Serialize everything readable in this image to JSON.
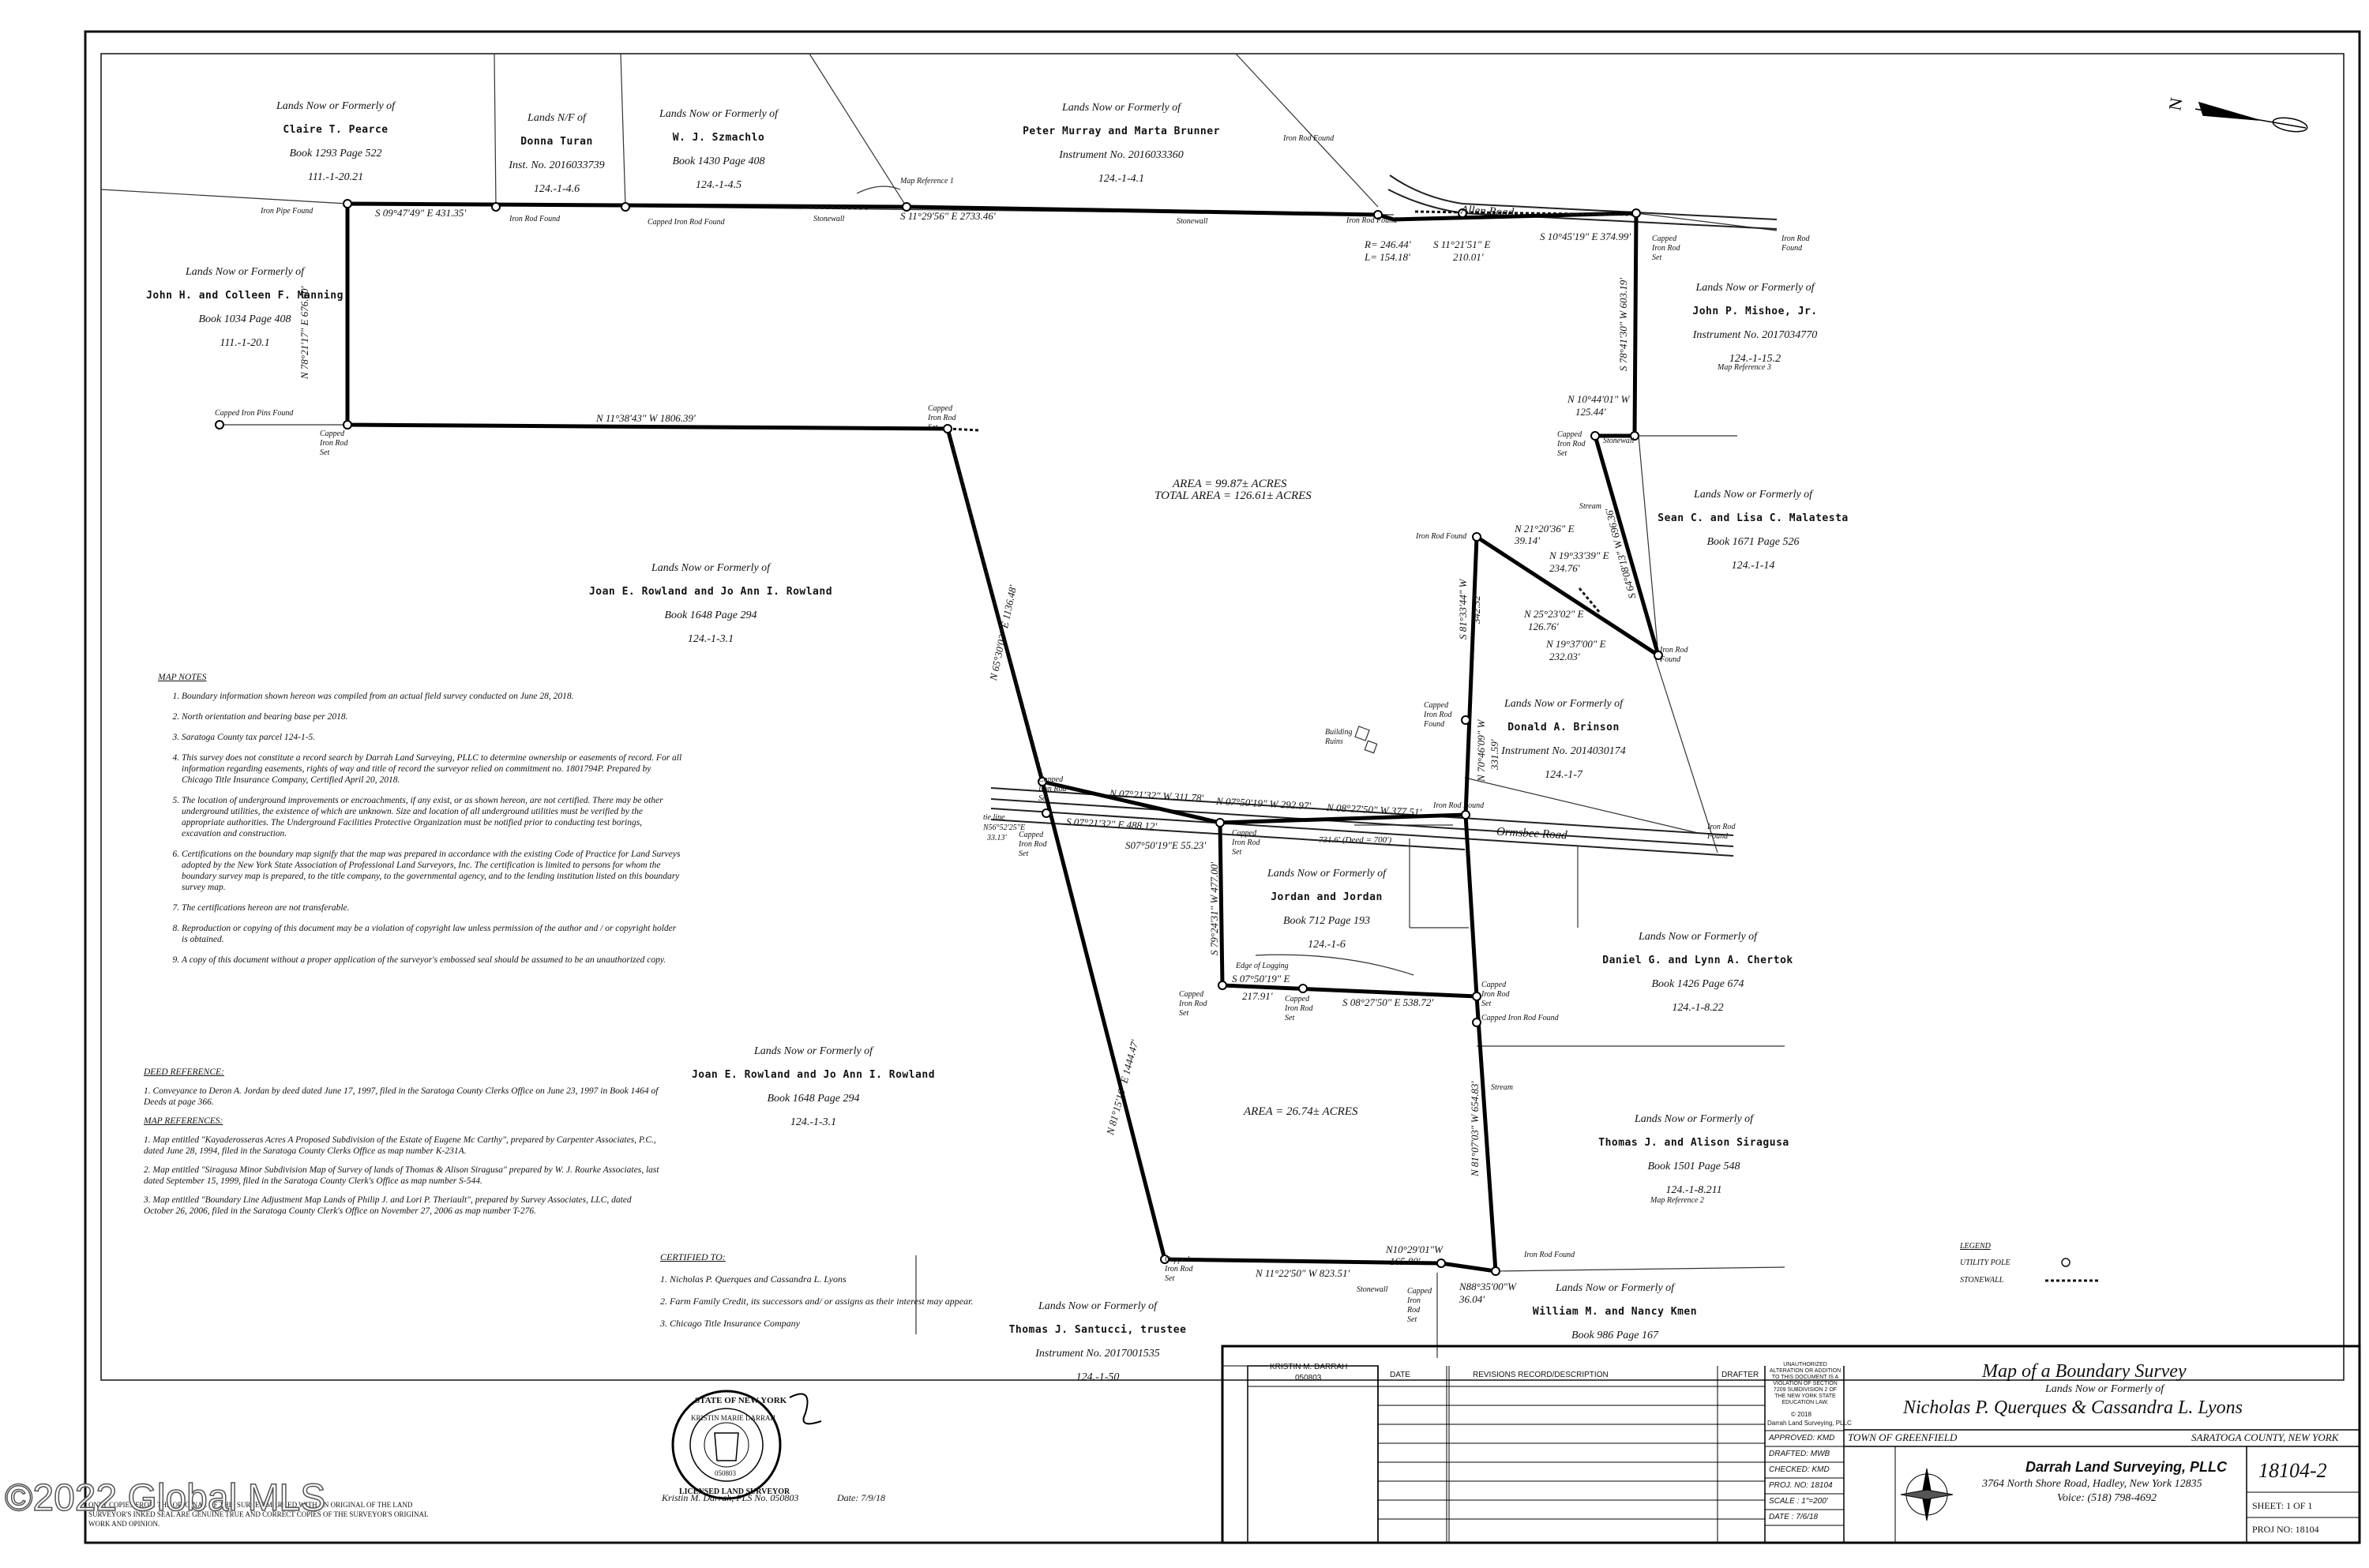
{
  "owners": [
    {
      "lines": [
        "Lands Now or Formerly of",
        "Claire T. Pearce",
        "Book 1293    Page 522",
        "111.-1-20.21"
      ]
    },
    {
      "lines": [
        "Lands N/F of",
        "Donna Turan",
        "Inst. No. 2016033739",
        "124.-1-4.6"
      ]
    },
    {
      "lines": [
        "Lands Now or Formerly of",
        "W. J. Szmachlo",
        "Book 1430    Page 408",
        "124.-1-4.5"
      ]
    },
    {
      "lines": [
        "Lands Now or Formerly of",
        "Peter Murray and Marta Brunner",
        "Instrument No. 2016033360",
        "124.-1-4.1"
      ]
    },
    {
      "lines": [
        "Lands Now or Formerly of",
        "John H. and Colleen F. Manning",
        "Book 1034    Page 408",
        "111.-1-20.1"
      ]
    },
    {
      "lines": [
        "Lands Now or Formerly of",
        "John P. Mishoe, Jr.",
        "Instrument No. 2017034770",
        "124.-1-15.2"
      ]
    },
    {
      "lines": [
        "Lands Now or Formerly of",
        "Sean C. and Lisa C. Malatesta",
        "Book 1671    Page 526",
        "124.-1-14"
      ]
    },
    {
      "lines": [
        "Lands Now or Formerly of",
        "Joan E. Rowland and Jo Ann I. Rowland",
        "Book 1648    Page 294",
        "124.-1-3.1"
      ]
    },
    {
      "lines": [
        "Lands Now or Formerly of",
        "Donald A. Brinson",
        "Instrument No. 2014030174",
        "124.-1-7"
      ]
    },
    {
      "lines": [
        "Lands Now or Formerly of",
        "Jordan and Jordan",
        "Book 712    Page 193",
        "124.-1-6"
      ]
    },
    {
      "lines": [
        "Lands Now or Formerly of",
        "Daniel G. and Lynn A. Chertok",
        "Book 1426    Page 674",
        "124.-1-8.22"
      ]
    },
    {
      "lines": [
        "Lands Now or Formerly of",
        "Joan E. Rowland and Jo Ann I. Rowland",
        "Book 1648    Page 294",
        "124.-1-3.1"
      ]
    },
    {
      "lines": [
        "Lands Now or Formerly of",
        "Thomas J. and Alison Siragusa",
        "Book 1501    Page 548",
        "124.-1-8.211"
      ]
    },
    {
      "lines": [
        "Lands Now or Formerly of",
        "Thomas J. Santucci, trustee",
        "Instrument No. 2017001535",
        "124.-1-50"
      ]
    },
    {
      "lines": [
        "Lands Now or Formerly of",
        "William M. and Nancy Kmen",
        "Book 986    Page 167"
      ]
    }
  ],
  "bearings": [
    "S 09°47'49\" E 431.35'",
    "S 11°29'56\" E 2733.46'",
    "S 10°45'19\" E 374.99'",
    "S 11°21'51\" E",
    "210.01'",
    "R= 246.44'",
    "L= 154.18'",
    "N 78°21'17\" E 676.60'",
    "N 11°38'43\" W 1806.39'",
    "S 78°41'30\" W 603.19'",
    "N 10°44'01\" W",
    "125.44'",
    "S 64°08'13\" W 696.36'",
    "N 21°20'36\" E",
    "39.14'",
    "N 19°33'39\" E",
    "234.76'",
    "N 25°23'02\" E",
    "126.76'",
    "N 19°37'00\" E",
    "232.03'",
    "S 81°33'44\" W",
    "342.32",
    "N 65°30'02\" E 1136.48'",
    "N 07°21'32\" W 311.78'",
    "N 07°50'19\" W 292.97'",
    "N 08°27'50\" W 377.51'",
    "S 07°21'32\" E 488.12'",
    "S07°50'19\"E 55.23'",
    "S 79°24'31\" W 477.00'",
    "N 70°46'09\" W",
    "331.59'",
    "S 07°50'19\" E",
    "217.91'",
    "S 08°27'50\" E 538.72'",
    "N 81°15'16\" E 1444.47'",
    "N 11°22'50\" W 823.51'",
    "N10°29'01\"W",
    "165.80'",
    "N88°35'00\"W",
    "36.04'",
    "N 81°07'03\" W 654.83'",
    "731.6' (Deed = 700')",
    "tie line",
    "N56°52'25\"E",
    "33.13'"
  ],
  "features": {
    "area1": "AREA = 99.87± ACRES",
    "total_area": "TOTAL AREA = 126.61± ACRES",
    "area2": "AREA = 26.74± ACRES",
    "allen_road": "Allen Road",
    "ormsbee_road": "Ormsbee Road",
    "stream": "Stream",
    "stonewall": "Stonewall",
    "building_ruins": "Building Ruins",
    "edge_of_logging": "Edge of Logging",
    "iron_rod_found": "Iron Rod Found",
    "iron_pipe_found": "Iron Pipe Found",
    "capped_iron_rod_set": "Capped Iron Rod Set",
    "capped_iron_rod_found": "Capped Iron Rod Found",
    "capped_iron_pins_found": "Capped Iron Pins Found",
    "map_ref_1": "Map Reference 1",
    "map_ref_2": "Map Reference 2",
    "map_ref_3": "Map Reference 3"
  },
  "notes": {
    "heading": "MAP NOTES",
    "items": [
      "Boundary information shown hereon was compiled from an actual field survey conducted on June 28, 2018.",
      "North orientation and bearing base per 2018.",
      "Saratoga County tax parcel 124-1-5.",
      "This survey does not constitute a record search by Darrah Land Surveying, PLLC to determine ownership or easements of record. For all information regarding easements, rights of way and title of record the surveyor relied on commitment no. 1801794P. Prepared by Chicago Title Insurance Company, Certified April 20, 2018.",
      "The location of underground improvements or encroachments, if any exist, or as shown hereon, are not certified. There may be other underground utilities, the existence of which are unknown. Size and location of all underground utilities must be verified by the appropriate authorities. The Underground Facilities Protective Organization must be notified prior to conducting test borings, excavation and construction.",
      "Certifications on the boundary map signify that the map was prepared in accordance with the existing Code of Practice for Land Surveys adopted by the New York State Association of Professional Land Surveyors, Inc. The certification is limited to persons for whom the boundary survey map is prepared, to the title company, to the governmental agency, and to the lending institution listed on this boundary survey map.",
      "The certifications hereon are not transferable.",
      "Reproduction or copying of this document may be a violation of copyright law unless permission of the author and / or copyright holder is obtained.",
      "A copy of this document without a proper application of the surveyor's embossed seal should be assumed to be an unauthorized copy."
    ],
    "deed_heading": "DEED REFERENCE:",
    "deed": "1.   Conveyance to Deron A. Jordan by deed dated June 17, 1997, filed in the Saratoga County Clerks Office on June 23, 1997 in Book 1464 of Deeds at page 366.",
    "maps_heading": "MAP REFERENCES:",
    "maps": [
      "1.   Map entitled \"Kayaderosseras Acres A Proposed Subdivision of the Estate of Eugene Mc Carthy\", prepared by Carpenter Associates, P.C., dated June 28, 1994, filed in the Saratoga County Clerks Office as map number K-231A.",
      "2.   Map entitled \"Siragusa Minor Subdivision Map of Survey of lands of Thomas & Alison Siragusa\" prepared by W. J. Rourke Associates, last dated September 15, 1999, filed in the Saratoga County Clerk's Office as map number S-544.",
      "3.   Map entitled \"Boundary Line Adjustment Map Lands of Philip J. and Lori P. Theriault\", prepared by Survey Associates, LLC, dated October 26, 2006, filed in the Saratoga County Clerk's Office on November 27, 2006 as map number T-276."
    ]
  },
  "certified": {
    "heading": "CERTIFIED TO:",
    "items": [
      "1. Nicholas P. Querques and Cassandra L. Lyons",
      "2. Farm Family Credit, its successors and/ or assigns as their interest may appear.",
      "3. Chicago Title Insurance Company"
    ]
  },
  "signature": {
    "name": "Kristin M. Darrah, PLS No. 050803",
    "date": "Date: 7/9/18"
  },
  "seal": {
    "top": "STATE OF NEW YORK",
    "name": "KRISTIN MARIE DARRAH",
    "number": "050803",
    "bottom": "LICENSED LAND SURVEYOR"
  },
  "disclaimer": "ONLY COPIES FROM THE ORIGINAL OF THIS SURVEY MARKED WITH AN ORIGINAL OF THE LAND SURVEYOR'S INKED SEAL ARE GENUINE TRUE AND CORRECT COPIES OF THE SURVEYOR'S ORIGINAL WORK AND OPINION.",
  "watermark": "©2022 Global MLS",
  "legend": {
    "heading": "LEGEND",
    "utility_pole": "UTILITY POLE",
    "stonewall": "STONEWALL"
  },
  "title_block": {
    "surveyor_name": "KRISTIN M. DARRAH",
    "surveyor_no": "050803",
    "col_date": "DATE",
    "col_revisions": "REVISIONS RECORD/DESCRIPTION",
    "col_drafter": "DRAFTER",
    "warning": "UNAUTHORIZED ALTERATION OR ADDITION TO THIS DOCUMENT IS A VIOLATION OF SECTION 7209 SUBDIVISION 2 OF THE NEW YORK STATE EDUCATION LAW.",
    "copyright": "© 2018",
    "company_small": "Darrah Land Surveying, PLLC",
    "approved": "APPROVED: KMD",
    "drafted": "DRAFTED: MWB",
    "checked": "CHECKED: KMD",
    "proj": "PROJ. NO: 18104",
    "scale": "SCALE : 1\"=200'",
    "date": "DATE : 7/6/18",
    "title": "Map of a Boundary Survey",
    "subtitle": "Lands Now or Formerly of",
    "clients": "Nicholas P. Querques & Cassandra L. Lyons",
    "town": "TOWN OF GREENFIELD",
    "county": "SARATOGA COUNTY, NEW YORK",
    "company": "Darrah Land Surveying, PLLC",
    "address": "3764 North Shore Road, Hadley, New York 12835",
    "voice": "Voice: (518) 798-4692",
    "job": "18104-2",
    "sheet": "SHEET: 1 OF 1",
    "projno": "PROJ NO: 18104"
  }
}
